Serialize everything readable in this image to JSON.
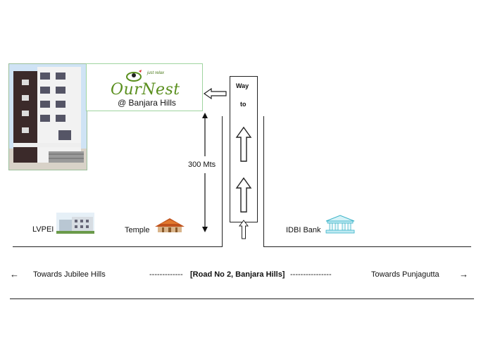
{
  "logo": {
    "name": "OurNest",
    "subtitle": "@ Banjara Hills",
    "tagline": "just relax"
  },
  "way_box": {
    "line1": "Way",
    "line2": "to"
  },
  "distance": "300 Mts",
  "landmarks": {
    "lvpei": "LVPEI",
    "temple": "Temple",
    "idbi": "IDBI Bank"
  },
  "road": {
    "left": "Towards Jubilee Hills",
    "dashes_left": "-------------",
    "name": "[Road No 2, Banjara Hills]",
    "dashes_right": "----------------",
    "right": "Towards Punjagutta"
  },
  "arrows": {
    "left": "←",
    "right": "→"
  },
  "colors": {
    "logo_green": "#5a8f1e",
    "frame_green": "#9fd49f",
    "line": "#222222"
  }
}
